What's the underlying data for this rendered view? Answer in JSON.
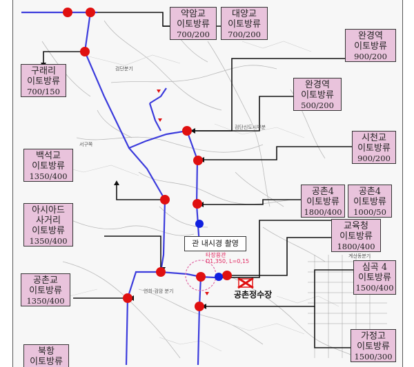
{
  "colors": {
    "label_fill": "#e9c3dc",
    "pipeline": "#3b3bdc",
    "point_red": "#e01010",
    "point_blue": "#1020e0",
    "leader": "#111111"
  },
  "labels": [
    {
      "id": "yakamgyo",
      "name": "약암교",
      "sub": "이토방류",
      "spec": "700/200"
    },
    {
      "id": "daeyanggyo",
      "name": "대양교",
      "sub": "이토방류",
      "spec": "700/200"
    },
    {
      "id": "wangyeong1",
      "name": "완경역",
      "sub": "이토방류",
      "spec": "900/200"
    },
    {
      "id": "guraeri",
      "name": "구래리",
      "sub": "이토방류",
      "spec": "700/150"
    },
    {
      "id": "wangyeong2",
      "name": "완경역",
      "sub": "이토방류",
      "spec": "500/200"
    },
    {
      "id": "siheongyo",
      "name": "시천교",
      "sub": "이토방류",
      "spec": "900/200"
    },
    {
      "id": "baekseokgyo",
      "name": "백석교",
      "sub": "이토방류",
      "spec": "1350/400"
    },
    {
      "id": "gongchon4a",
      "name": "공촌4",
      "sub": "이토방류",
      "spec": "1800/400"
    },
    {
      "id": "gongchon4b",
      "name": "공촌4",
      "sub": "이토방류",
      "spec": "1000/50"
    },
    {
      "id": "asiad",
      "name": "아시아드\n사거리",
      "sub": "이토방류",
      "spec": "1350/400"
    },
    {
      "id": "gyoyukcheong",
      "name": "교육청",
      "sub": "이토방류",
      "spec": "1800/400"
    },
    {
      "id": "gongchongyo",
      "name": "공촌교",
      "sub": "이토방류",
      "spec": "1350/400"
    },
    {
      "id": "simgok4",
      "name": "심곡 4",
      "sub": "이토방류",
      "spec": "1500/400"
    },
    {
      "id": "gajeonggo",
      "name": "가정고",
      "sub": "이토방류",
      "spec": "1500/300"
    },
    {
      "id": "bukhang",
      "name": "북항",
      "sub": "이토방류",
      "spec": ""
    }
  ],
  "capture_label": "관 내시경 촬영",
  "plant_name": "공촌정수장",
  "pipe_spec": [
    "타장용관",
    "D1,350, L=0,15"
  ],
  "map_texts": [
    "검단분기",
    "검단신도시부분",
    "서구쪽",
    "연희-검암 분기",
    "계산동분기"
  ]
}
